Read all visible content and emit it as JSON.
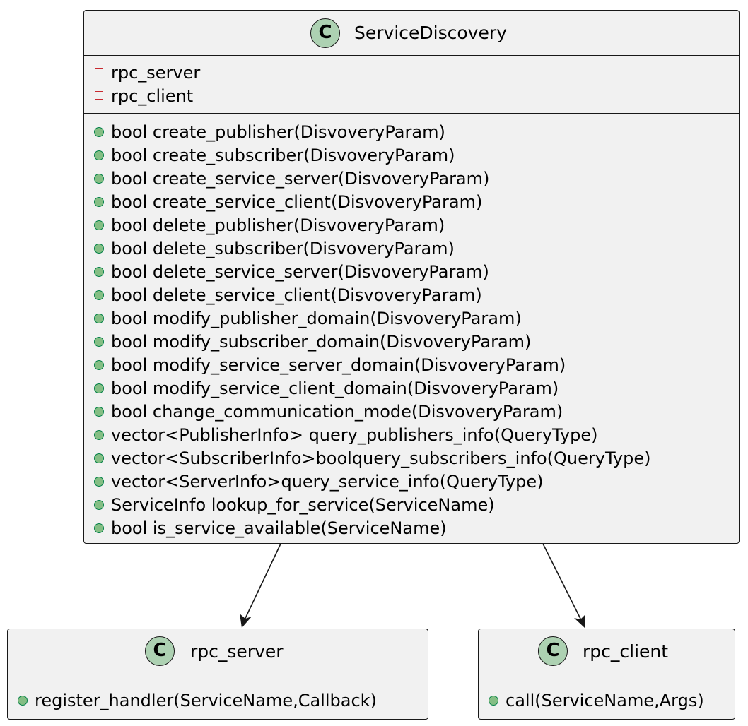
{
  "classes": {
    "service_discovery": {
      "stereotype": "C",
      "name": "ServiceDiscovery",
      "attributes": [
        "rpc_server",
        "rpc_client"
      ],
      "methods": [
        "bool create_publisher(DisvoveryParam)",
        "bool create_subscriber(DisvoveryParam)",
        "bool create_service_server(DisvoveryParam)",
        "bool create_service_client(DisvoveryParam)",
        "bool delete_publisher(DisvoveryParam)",
        "bool delete_subscriber(DisvoveryParam)",
        "bool delete_service_server(DisvoveryParam)",
        "bool delete_service_client(DisvoveryParam)",
        "bool modify_publisher_domain(DisvoveryParam)",
        "bool modify_subscriber_domain(DisvoveryParam)",
        "bool modify_service_server_domain(DisvoveryParam)",
        "bool modify_service_client_domain(DisvoveryParam)",
        "bool change_communication_mode(DisvoveryParam)",
        "vector<PublisherInfo> query_publishers_info(QueryType)",
        "vector<SubscriberInfo>boolquery_subscribers_info(QueryType)",
        "vector<ServerInfo>query_service_info(QueryType)",
        "ServiceInfo lookup_for_service(ServiceName)",
        "bool is_service_available(ServiceName)"
      ]
    },
    "rpc_server": {
      "stereotype": "C",
      "name": "rpc_server",
      "methods": [
        "register_handler(ServiceName,Callback)"
      ]
    },
    "rpc_client": {
      "stereotype": "C",
      "name": "rpc_client",
      "methods": [
        "call(ServiceName,Args)"
      ]
    }
  },
  "colors": {
    "class_fill": "#f1f1f1",
    "border": "#181818",
    "stereotype_circle": "#add1b2",
    "public_marker": "#84be84",
    "private_marker": "#c82930"
  }
}
